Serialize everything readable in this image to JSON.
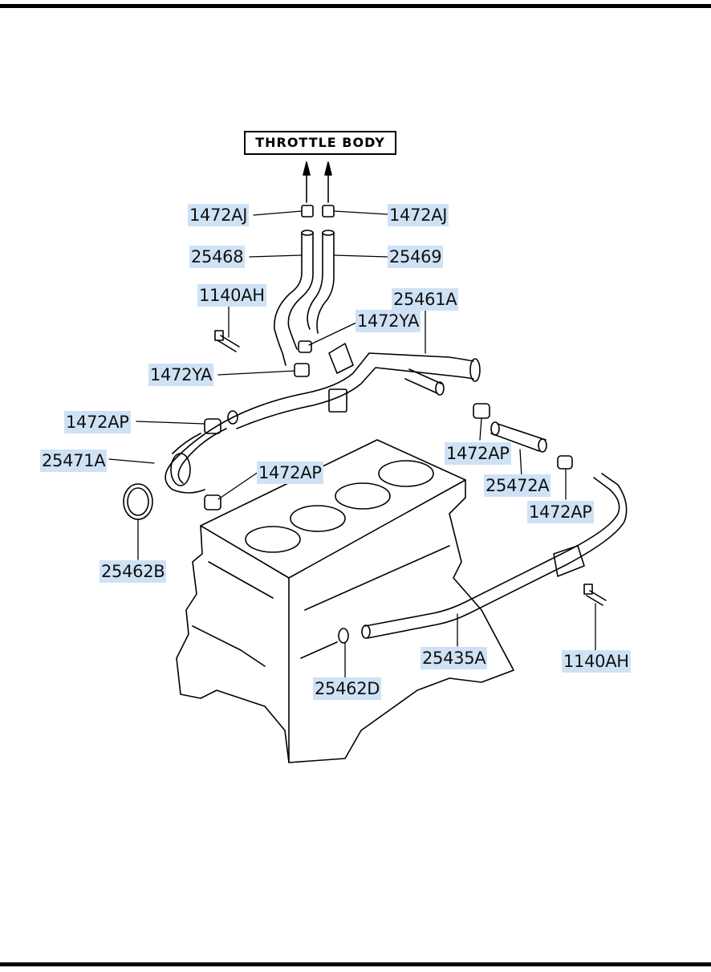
{
  "diagram": {
    "title_box": "THROTTLE BODY",
    "labels": {
      "p1472aj_left": "1472AJ",
      "p1472aj_right": "1472AJ",
      "p25468": "25468",
      "p25469": "25469",
      "p1140ah_top": "1140AH",
      "p25461a": "25461A",
      "p1472ya_upper": "1472YA",
      "p1472ya_lower": "1472YA",
      "p1472ap_left": "1472AP",
      "p25471a": "25471A",
      "p1472ap_center": "1472AP",
      "p1472ap_right": "1472AP",
      "p25472a": "25472A",
      "p1472ap_far_right": "1472AP",
      "p25462b": "25462B",
      "p25435a": "25435A",
      "p1140ah_bottom": "1140AH",
      "p25462d": "25462D"
    },
    "colors": {
      "label_highlight": "#cfe2f5",
      "line": "#000000"
    }
  }
}
